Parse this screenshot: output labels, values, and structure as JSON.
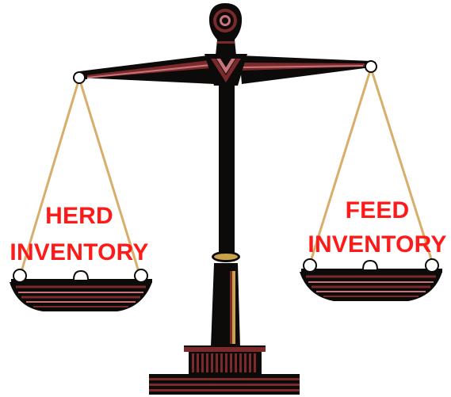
{
  "labels": {
    "left_line1": "HERD",
    "left_line2": "INVENTORY",
    "right_line1": "FEED",
    "right_line2": "INVENTORY"
  },
  "colors": {
    "label_red": "#ff1a1a",
    "scale_black": "#0d0a0a",
    "scale_maroon": "#7a2a2a",
    "scale_stripe": "#c9747a",
    "rope_gold": "#d7ae6a",
    "ring_gold": "#c9a24a"
  },
  "icons": [
    "balance-scale-icon"
  ]
}
